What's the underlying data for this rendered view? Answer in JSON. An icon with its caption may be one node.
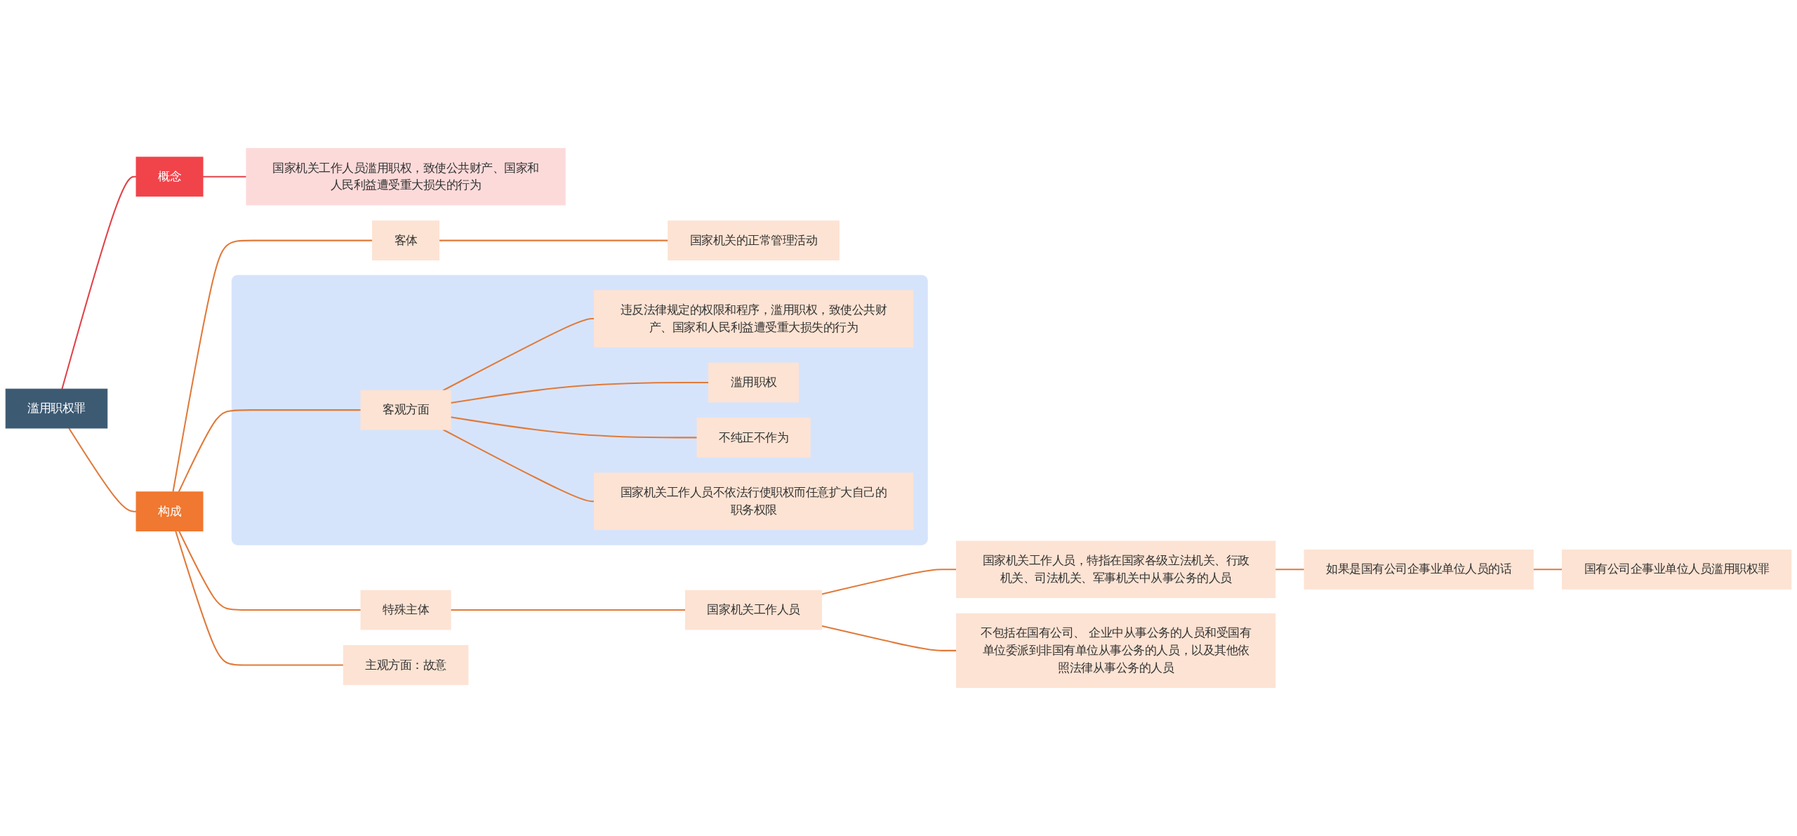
{
  "diagram": {
    "nodes": [
      {
        "text": [
          "滥用职权罪"
        ]
      },
      {
        "text": [
          "概念"
        ]
      },
      {
        "text": [
          "国家机关工作人员滥用职权，致使公共财产、国家和人民利益遭受重大损失的行为"
        ]
      },
      {
        "text": [
          "构成"
        ]
      },
      {
        "text": [
          "客体"
        ]
      },
      {
        "text": [
          "国家机关的正常管理活动"
        ]
      },
      {
        "text": [],
        "shape": "box"
      },
      {
        "text": [
          "客观方面"
        ],
        "in": 6
      },
      {
        "text": [
          "违反法律规定的权限和程序，滥用职权，致使公共财产、国家和人民利益遭受重大损失的行为"
        ],
        "in": 6
      },
      {
        "text": [
          "滥用职权"
        ],
        "in": 6
      },
      {
        "text": [
          "不纯正不作为"
        ],
        "in": 6
      },
      {
        "text": [
          "国家机关工作人员不依法行使职权而任意扩大自己的职务权限"
        ],
        "in": 6
      },
      {
        "text": [
          "特殊主体"
        ]
      },
      {
        "text": [
          "国家机关工作人员"
        ]
      },
      {
        "text": [
          "国家机关工作人员，特指在国家各级立法机关、行政机关、司法机关、军事机关中从事公务的人员"
        ]
      },
      {
        "text": [
          "如果是国有公司企事业单位人员的话"
        ]
      },
      {
        "text": [
          "国有公司企事业单位人员滥用职权罪"
        ]
      },
      {
        "text": [
          "不包括在国有公司、 企业中从事公务的人员和受国有单位委派到非国有单位从事公务的人员，以及其他依照法律从事公务的人员"
        ]
      },
      {
        "text": [
          "主观方面：故意"
        ]
      }
    ],
    "edges": [
      {
        "from": 0,
        "to": 1,
        "arrow": "none",
        "color": "#e0434a"
      },
      {
        "from": 1,
        "to": 2,
        "arrow": "none",
        "color": "#e0434a"
      },
      {
        "from": 0,
        "to": 3,
        "arrow": "none"
      },
      {
        "from": 3,
        "to": 4,
        "arrow": "none"
      },
      {
        "from": 4,
        "to": 5,
        "arrow": "none"
      },
      {
        "from": 3,
        "to": 7,
        "arrow": "none"
      },
      {
        "from": 7,
        "to": 8,
        "arrow": "none"
      },
      {
        "from": 7,
        "to": 9,
        "arrow": "none"
      },
      {
        "from": 7,
        "to": 10,
        "arrow": "none"
      },
      {
        "from": 7,
        "to": 11,
        "arrow": "none"
      },
      {
        "from": 3,
        "to": 12,
        "arrow": "none"
      },
      {
        "from": 12,
        "to": 13,
        "arrow": "none"
      },
      {
        "from": 13,
        "to": 14,
        "arrow": "none"
      },
      {
        "from": 14,
        "to": 15,
        "arrow": "none"
      },
      {
        "from": 15,
        "to": 16,
        "arrow": "none"
      },
      {
        "from": 13,
        "to": 17,
        "arrow": "none"
      },
      {
        "from": 3,
        "to": 18,
        "arrow": "none"
      }
    ]
  }
}
